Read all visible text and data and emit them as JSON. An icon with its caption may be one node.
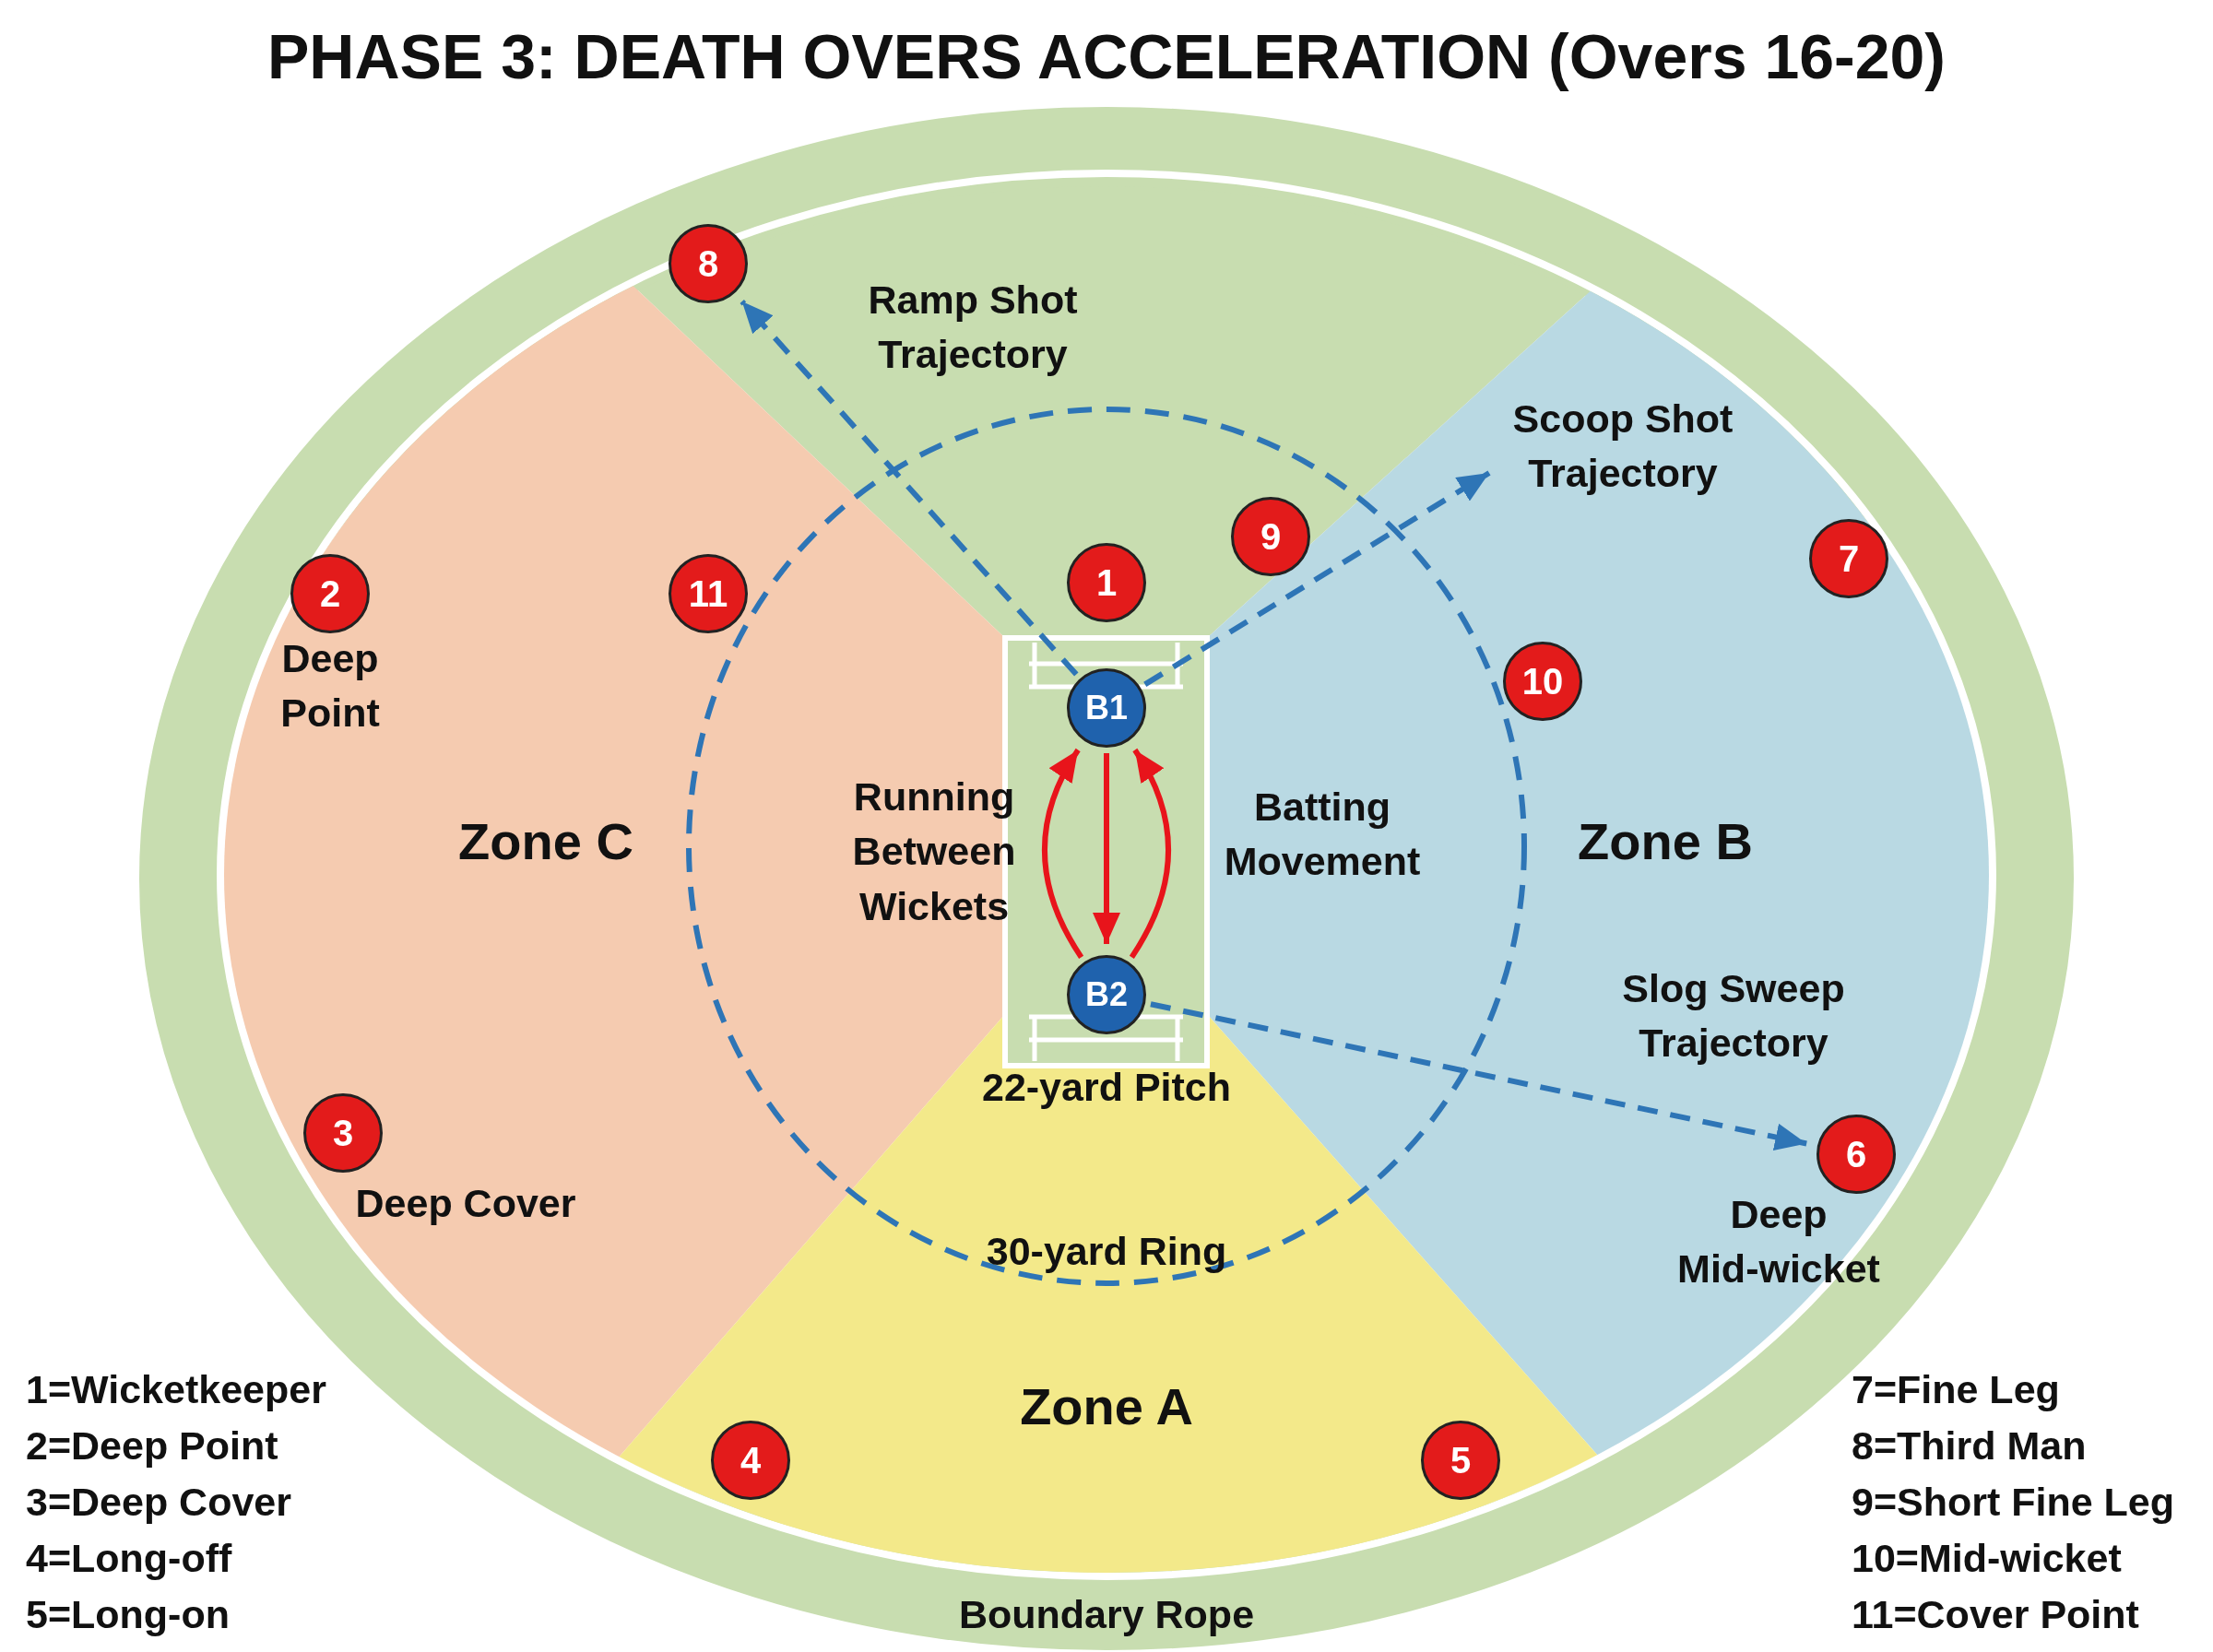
{
  "diagram": {
    "title": "PHASE 3: DEATH OVERS ACCELERATION (Overs 16-20)",
    "nodes": [
      {
        "text": [
          "8"
        ]
      },
      {
        "text": [
          "9"
        ]
      },
      {
        "text": [
          "7"
        ],
        "in": 9
      },
      {
        "text": [
          "2"
        ],
        "beside": [
          "Deep Point"
        ],
        "in": 8
      },
      {
        "text": [
          "11"
        ],
        "in": 8
      },
      {
        "text": [
          "1"
        ]
      },
      {
        "text": [
          "10"
        ],
        "in": 9
      },
      {
        "text": [
          "B1"
        ]
      },
      {
        "text": [
          "Zone C"
        ]
      },
      {
        "text": [
          "Zone B"
        ]
      },
      {
        "text": [
          "B2"
        ]
      },
      {
        "text": [
          "6"
        ],
        "beside": [
          "Deep Mid-wicket"
        ],
        "in": 9
      },
      {
        "text": [
          "3"
        ],
        "beside": [
          "Deep Cover"
        ],
        "in": 8
      },
      {
        "text": [
          "Zone A"
        ]
      },
      {
        "text": [
          "4"
        ],
        "in": 13
      },
      {
        "text": [
          "5"
        ],
        "in": 13
      }
    ],
    "edges": [
      {
        "from": 7,
        "to": 0,
        "arrow": "to",
        "label": "Ramp Shot Trajectory",
        "style": "dashed",
        "color": "#2e75b6"
      },
      {
        "from": 7,
        "to": 9,
        "arrow": "to",
        "label": "Scoop Shot Trajectory",
        "style": "dashed",
        "color": "#2e75b6"
      },
      {
        "from": 7,
        "to": 10,
        "arrow": "to",
        "color": "#e8141b"
      },
      {
        "from": 10,
        "to": 7,
        "arrow": "to",
        "color": "#e8141b"
      },
      {
        "from": 10,
        "to": 7,
        "arrow": "to",
        "color": "#e8141b"
      },
      {
        "from": 10,
        "to": 11,
        "arrow": "to",
        "label": "Slog Sweep Trajectory",
        "style": "dashed",
        "color": "#2e75b6"
      }
    ],
    "labels": [
      "Running Between Wickets",
      "Batting Movement",
      "22-yard Pitch",
      "30-yard Ring",
      "1=Wicketkeeper",
      "2=Deep Point",
      "3=Deep Cover",
      "4=Long-off",
      "5=Long-on",
      "7=Fine Leg",
      "8=Third Man",
      "9=Short Fine Leg",
      "10=Mid-wicket",
      "11=Cover Point",
      "Boundary Rope"
    ]
  }
}
